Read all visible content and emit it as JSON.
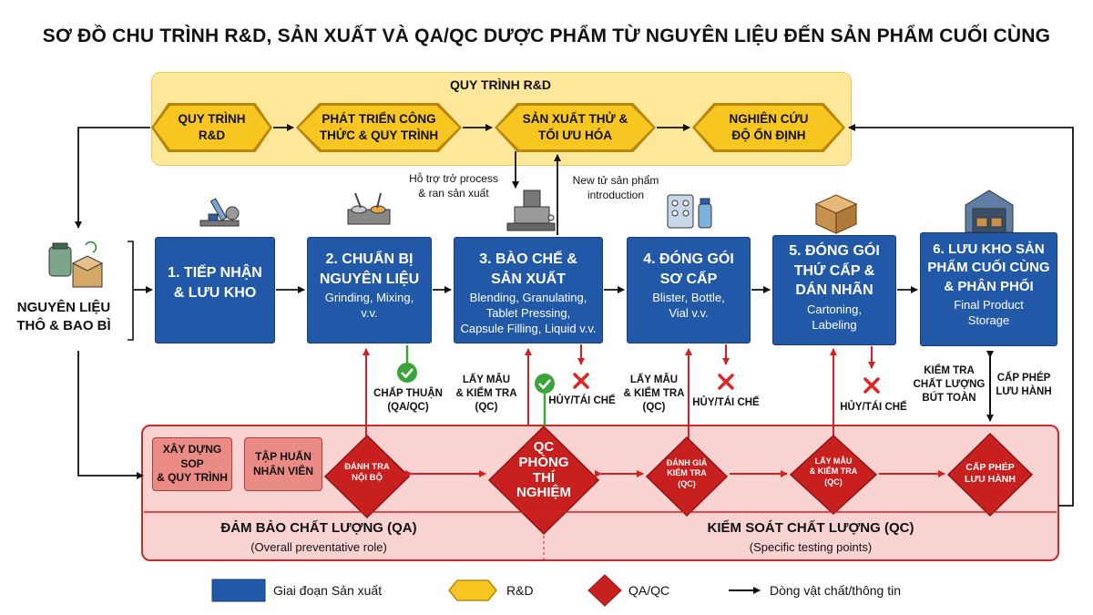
{
  "title": "SƠ ĐỒ CHU TRÌNH R&D, SẢN XUẤT VÀ QA/QC DƯỢC PHẨM TỪ NGUYÊN LIỆU ĐẾN SẢN PHẨM CUỐI CÙNG",
  "rd_band_title": "QUY TRÌNH R&D",
  "rd_steps": [
    "QUY TRÌNH\nR&D",
    "PHÁT TRIỂN CÔNG\nTHỨC & QUY TRÌNH",
    "SẢN XUẤT THỬ &\nTỐI ƯU HÓA",
    "NGHIÊN CỨU\nĐỘ ỔN ĐỊNH"
  ],
  "raw_material_label": "NGUYÊN LIỆU\nTHÔ & BAO BÌ",
  "stages": [
    {
      "title": "1. TIẾP NHẬN\n& LƯU KHO",
      "sub": ""
    },
    {
      "title": "2. CHUẨN BỊ\nNGUYÊN LIỆU",
      "sub": "Grinding, Mixing,\nv.v."
    },
    {
      "title": "3. BÀO CHẾ &\nSẢN XUẤT",
      "sub": "Blending, Granulating,\nTablet Pressing,\nCapsule Filling, Liquid v.v."
    },
    {
      "title": "4. ĐÓNG GÓI\nSƠ CẤP",
      "sub": "Blister, Bottle,\nVial v.v."
    },
    {
      "title": "5. ĐÓNG GÓI\nTHỨ CẤP &\nDÁN NHÃN",
      "sub": "Cartoning,\nLabeling"
    },
    {
      "title": "6. LƯU KHO SẢN\nPHẨM CUỐI CÙNG\n& PHÂN PHỐI",
      "sub": "Final Product\nStorage"
    }
  ],
  "notes": {
    "support": "Hỗ trợ trở process\n& ran sản xuất",
    "new_product": "New tử sản phẩm\nintroduction"
  },
  "check_labels": {
    "approve": "CHẤP THUẬN\n(QA/QC)",
    "sample1": "LẤY MẪU\n& KIỂM TRA\n(QC)",
    "destroy1": "HỦY/TÁI CHẾ",
    "sample2": "LẤY MẪU\n& KIỂM TRA\n(QC)",
    "destroy2": "HỦY/TÁI CHẾ",
    "destroy3": "HỦY/TÁI CHẾ",
    "final_check": "KIỂM TRA\nCHẤT LƯỢNG\nBÚT TOÀN",
    "license_label": "CẤP PHÉP\nLƯU HÀNH"
  },
  "qa_boxes": [
    "XÂY DỰNG SOP\n& QUY TRÌNH",
    "TẬP HUẤN\nNHÂN VIÊN"
  ],
  "qa_diamonds": {
    "audit": "ĐÁNH TRA\nNỘI BỘ",
    "lab": "QC\nPHÒNG\nTHÍ\nNGHIỆM",
    "assess": "ĐÁNH GIÁ\nKIỂM TRA\n(QC)",
    "sample": "LẤY MẪU\n& KIỂM TRA\n(QC)",
    "license": "CẤP PHÉP\nLƯU HÀNH"
  },
  "qa_title": "ĐẢM BẢO CHẤT LƯỢNG (QA)",
  "qa_sub": "(Overall preventative role)",
  "qc_title": "KIỂM SOÁT CHẤT LƯỢNG (QC)",
  "qc_sub": "(Specific testing points)",
  "legend": [
    {
      "label": "Giai đoạn Sản xuất",
      "icon": "blue-square",
      "color": "#2158a8"
    },
    {
      "label": "R&D",
      "icon": "yellow-hexagon",
      "color": "#f7c620"
    },
    {
      "label": "QA/QC",
      "icon": "red-diamond",
      "color": "#c8201e"
    },
    {
      "label": "Dòng vật chất/thông tin",
      "icon": "arrow"
    }
  ],
  "colors": {
    "production": "#2158a8",
    "rd": "#f7c620",
    "qaqc": "#c8201e",
    "approve": "#3aa43a",
    "reject": "#e02424"
  }
}
